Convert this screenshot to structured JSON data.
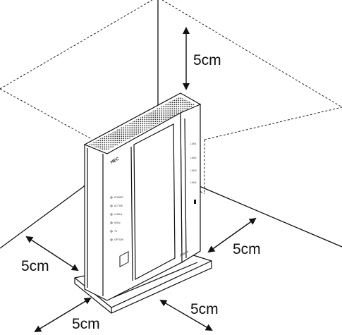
{
  "diagram": {
    "labels": {
      "top": "5cm",
      "right": "5cm",
      "left": "5cm",
      "bottom_left": "5cm",
      "bottom_right": "5cm"
    },
    "device": {
      "logo": "NEC",
      "brand": "Aterm",
      "led_labels": [
        "POWER",
        "ACTIVE",
        "2.4GHz",
        "5GHz",
        "TV",
        "OPTION"
      ],
      "port_labels": [
        "LAN1",
        "LAN2",
        "LAN3",
        "LAN4"
      ]
    }
  }
}
